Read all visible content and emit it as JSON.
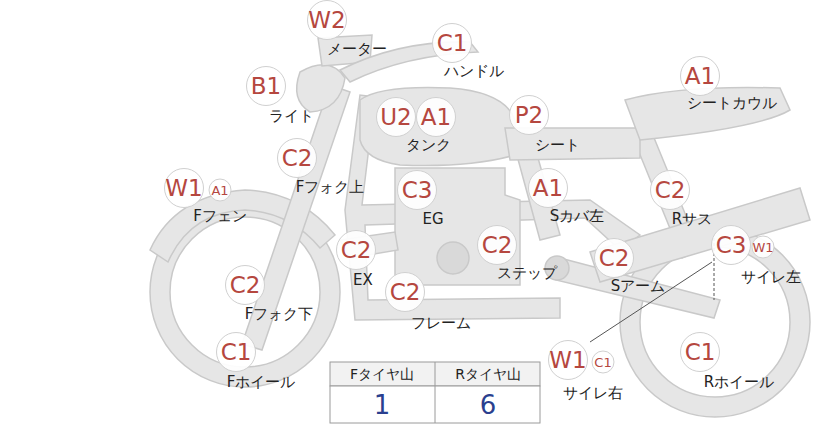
{
  "diagram": {
    "labels": [
      "W2",
      "メーター",
      "C1",
      "ハンドル",
      "B1",
      "ライト",
      "U2",
      "A1",
      "タンク",
      "P2",
      "シート",
      "A1",
      "シートカウル",
      "C2",
      "Fフォク上",
      "W1",
      "A1",
      "Fフェン",
      "C3",
      "EG",
      "A1",
      "Sカバ左",
      "C2",
      "Rサス",
      "C2",
      "EX",
      "C2",
      "ステップ",
      "C2",
      "Sアーム",
      "C3",
      "W1",
      "サイレ左",
      "C2",
      "Fフォク下",
      "C2",
      "フレーム",
      "C1",
      "Fホイール",
      "W1",
      "C1",
      "サイレ右",
      "C1",
      "Rホイール",
      "Fタイヤ山",
      "Rタイヤ山",
      "1",
      "6"
    ]
  }
}
